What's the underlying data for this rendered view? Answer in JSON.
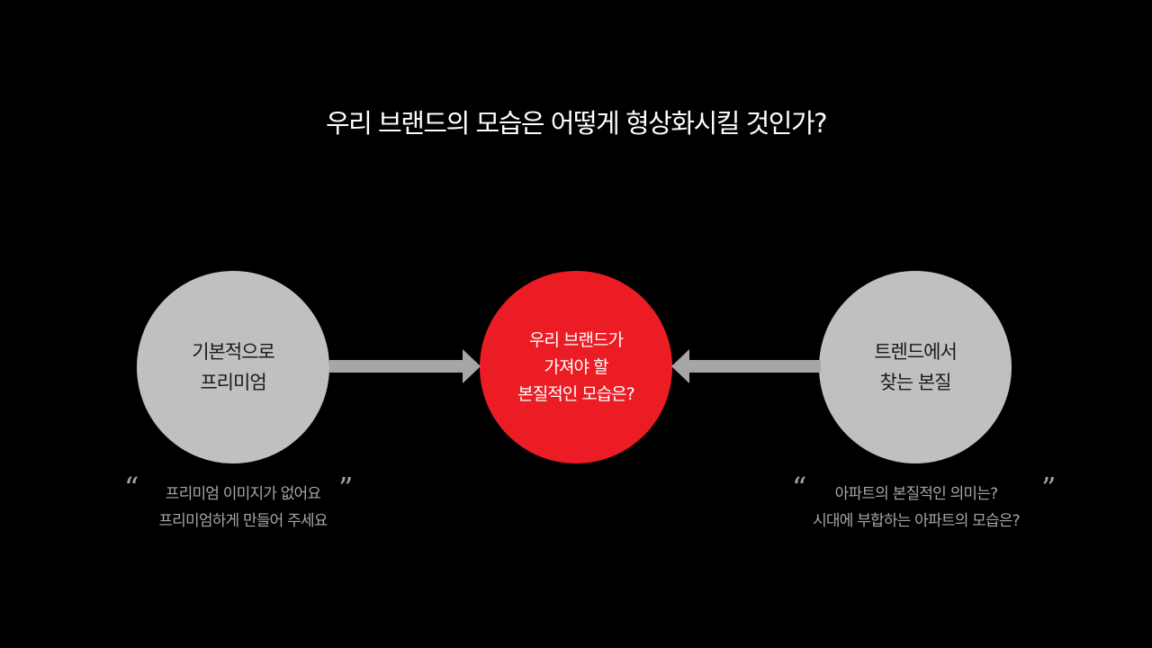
{
  "title": "우리 브랜드의 모습은 어떻게 형상화시킬 것인가?",
  "nodes": {
    "left": {
      "line1": "기본적으로",
      "line2": "프리미엄"
    },
    "center": {
      "line1": "우리 브랜드가",
      "line2": "가져야 할",
      "line3": "본질적인 모습은?"
    },
    "right": {
      "line1": "트렌드에서",
      "line2": "찾는 본질"
    }
  },
  "quotes": {
    "open_mark": "“",
    "close_mark": "”",
    "left": {
      "line1": "프리미엄 이미지가 없어요",
      "line2": "프리미엄하게 만들어 주세요"
    },
    "right": {
      "line1": "아파트의 본질적인 의미는?",
      "line2": "시대에 부합하는 아파트의 모습은?"
    }
  },
  "colors": {
    "background": "#000000",
    "gray_circle": "#c0c0c0",
    "red_circle": "#ec1c24",
    "arrow": "#a6a6a6",
    "quote_text": "#a6a6a6"
  }
}
